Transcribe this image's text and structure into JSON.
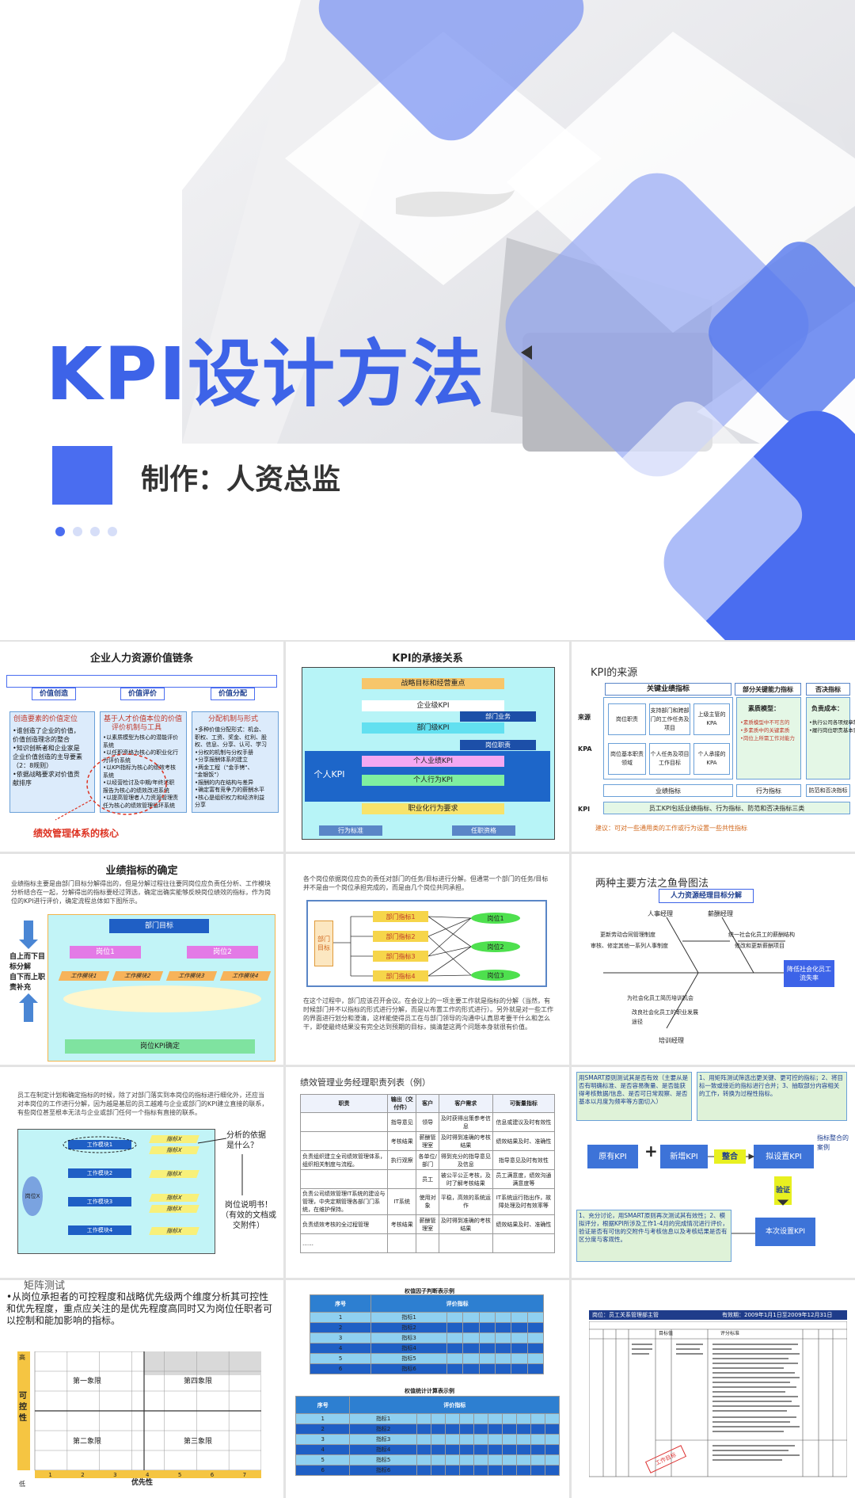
{
  "cover": {
    "title": "KPI设计方法",
    "maker": "制作：人资总监"
  },
  "s1": {
    "title": "企业人力资源价值链条",
    "steps": [
      "价值创造",
      "价值评价",
      "价值分配"
    ],
    "col1_head": "创造要素的价值定位",
    "col1_items": [
      "•谁创造了企业的价值，",
      "价值创造理念的整合",
      "•知识创新者和企业家是",
      "企业价值创造的主导要素",
      "（2：8规则）",
      "•依据战略要求对价值贡",
      "献排序"
    ],
    "col2_head": "基于人才价值本位的价值",
    "col2_head2": "评价机制与工具",
    "col2_items": [
      "•以素质模型为核心的潜能评价",
      "系统",
      "•以任职资格为核心的职业化行",
      "为评价系统",
      "•以KPI指标为核心的绩效考核",
      "系统",
      "•以经营检讨及中期/年终述职",
      "报告为核心的绩效改进系统",
      "•以提高管理者人力资源管理责",
      "任为核心的绩效管理循环系统"
    ],
    "col3_head": "分配机制与形式",
    "col3_items": [
      "•多种价值分配形式：机会、",
      "职权、工资、奖金、红利、股",
      "权、信息、分享、认可、学习",
      "•分权的机制与分权手册",
      "•分享报酬体系的建立",
      "•两金工程（\"金手铐\"、",
      "\"金银饭\"）",
      "•报酬的内在结构与差异",
      "•确定富有竞争力的薪酬水平",
      "•核心是组织权力和经济利益",
      "分享"
    ],
    "core_label": "绩效管理体系的核心"
  },
  "s2": {
    "title": "KPI的承接关系",
    "layers": [
      "战略目标和经营重点",
      "企业级KPI",
      "部门级KPI",
      "个人业绩KPI",
      "个人行为KPI",
      "职业化行为要求"
    ],
    "right_tags": [
      "部门业务",
      "岗位职责"
    ],
    "side": "个人KPI",
    "bottom_left": "行为标准",
    "bottom_right": "任职资格"
  },
  "s3": {
    "title": "KPI的来源",
    "col_heads": [
      "关键业绩指标",
      "部分关键能力指标",
      "否决指标"
    ],
    "row_labels": [
      "来源",
      "KPA",
      "KPI"
    ],
    "src_boxes": [
      "岗位职责",
      "支持部门和跨部门的工作任务及项目",
      "上级主管的KPA"
    ],
    "kpa_boxes": [
      "岗位基本职责领域",
      "个人任务及项目工作目标",
      "个人承接的KPA"
    ],
    "ability_title": "素质模型：",
    "ability_items": [
      "•素质模型中不可言的",
      "•多素质中的关键素质",
      "•岗位上所需工作对能力"
    ],
    "veto_title": "负责成本：",
    "veto_items": [
      "•执行公司各项规章制度",
      "•履行岗位职责基本要求"
    ],
    "results": [
      "业绩指标",
      "行为指标",
      "防范和否决指标"
    ],
    "summary": "员工KPI包括业绩指标、行为指标、防范和否决指标三类",
    "advice": "建议：可对一些通用类的工作或行为设置一些共性指标"
  },
  "s4": {
    "title": "业绩指标的确定",
    "desc": "业绩指标主要是由部门目标分解得出的，但是分解过程往往要同岗位应负责任分析、工作模块分析结合在一起，分解得出的指标要经过筛选，确定出确实能够反映岗位绩效的指标，作为岗位的KPI进行评价，确定流程总体如下图所示。",
    "top_box": "部门目标",
    "post_boxes": [
      "岗位1",
      "岗位2"
    ],
    "modules": [
      "工作模块1",
      "工作模块2",
      "工作模块3",
      "工作模块4"
    ],
    "bottom_box": "岗位KPI确定",
    "arrow_down": "自上而下目标分解",
    "arrow_up": "自下而上职责补充"
  },
  "s5": {
    "desc": "各个岗位依据岗位应负的责任对部门的任务/目标进行分解。但通常一个部门的任务/目标并不是由一个岗位承担完成的，而是由几个岗位共同承担。",
    "dept": "部门目标",
    "metrics": [
      "部门指标1",
      "部门指标2",
      "部门指标3",
      "部门指标4"
    ],
    "posts": [
      "岗位1",
      "岗位2",
      "岗位3"
    ],
    "bottom": "在这个过程中，部门应该召开会议。在会议上的一项主要工作就是指标的分解（当然，有时候部门并不以指标的形式进行分解，而是以布置工作的形式进行）。另外就是对一些工作的界面进行划分和澄清，这样能使得员工在与部门领导的沟通中认真思考要干什么和怎么干，即使最终结果没有完全达到预期的目标，搞清楚这两个问题本身就很有价值。"
  },
  "s6": {
    "title": "两种主要方法之鱼骨图法",
    "banner": "人力资源经理目标分解",
    "top_items": [
      "人事经理",
      "薪酬经理",
      "更新劳动合同管理制度",
      "审核、修定其他一系列人事制度",
      "统一社会化员工的薪酬结构",
      "修改和更新薪酬项目"
    ],
    "bottom_items": [
      "为社会化员工简历培训机会",
      "改良社会化员工的职业发展途径",
      "培训经理"
    ],
    "head": "降低社会化员工流失率"
  },
  "s7": {
    "desc": "员工在制定计划和确定指标的时候，除了对部门落实到本岗位的指标进行细化外，还应当对本岗位的工作进行分解，因为越是基层的员工越难与企业或部门的KPI建立直接的联系，有些岗位甚至根本无法与企业或部门任何一个指标有直接的联系。",
    "post": "岗位X",
    "modules": [
      "工作模块1",
      "工作模块2",
      "工作模块3",
      "工作模块4"
    ],
    "indicator": "指标X",
    "q1": "分析的依据是什么？",
    "q2": "岗位说明书！（有效的文档或交附件）"
  },
  "s8": {
    "title": "绩效管理业务经理职责列表（例）",
    "headers": [
      "职责",
      "输出（交付件）",
      "客户",
      "客户需求",
      "可衡量指标"
    ],
    "rows": [
      [
        "",
        "指导意见",
        "领导",
        "及时获得出策参考信息",
        "信息或建议及时有效性"
      ],
      [
        "",
        "考核结果",
        "薪酬管理室",
        "及时得到准确的考核结果",
        "绩效结果及时、准确性"
      ],
      [
        "负责组织建立全司绩效管理体系，组织相关制度与流程。",
        "执行观察",
        "各单位/部门",
        "得到充分的指导意见及信息",
        "指导意见及时有效性"
      ],
      [
        "",
        "",
        "员工",
        "被公平公正考核，及时了解考核结果",
        "员工满意度，绩效沟通满意度等"
      ],
      [
        "负责公司绩效管理IT系统的建设与管理，中央定期管理各部门门系统，在维护保持。",
        "IT系统",
        "使用对象",
        "平稳，高效的系统运作",
        "IT系统运行指出作，故障处理及时有效率等"
      ],
      [
        "负责绩效考核的全过程管理",
        "考核结果",
        "薪酬管理室",
        "及时得到准确的考核结果",
        "绩效结果及时、准确性"
      ],
      [
        "……",
        "",
        "",
        "",
        ""
      ]
    ]
  },
  "s9": {
    "box1": "用SMART原则测试其是否有效（主要从是否有明确标准、是否容易衡量、是否能获得考核数据/信息、是否可日常观察、是否基本以月度为频率等方面切入）",
    "box2": "1、用矩阵测试筛选出更关键、更可控的指标；2、将目标一致或接近的指标进行合并；3、抽取部分内容相关的工作，转换为过程性指标。",
    "nodes": [
      "原有KPI",
      "新增KPI",
      "整合",
      "拟设置KPI",
      "验证",
      "本次设置KPI"
    ],
    "plus": "+",
    "side": "指标整合的案例",
    "box3": "1、充分讨论，用SMART原则再次测试其有效性；2、模拟评分，根据KPI所涉及工作1-4月的完成情况进行评价，验证是否有可信的交附件与考核信息以及考核结果是否有区分度与客观性。"
  },
  "s10": {
    "title": "矩阵测试",
    "desc": "•从岗位承担者的可控程度和战略优先级两个维度分析其可控性和优先程度，重点应关注的是优先程度高同时又为岗位任职者可以控制和能加影响的指标。",
    "ylabel": "可控性",
    "high": "高",
    "low": "低",
    "xlabel": "优先性",
    "q": [
      "第一象限",
      "第四象限",
      "第二象限",
      "第三象限"
    ],
    "ticks": [
      "1",
      "2",
      "3",
      "4",
      "5",
      "6",
      "7"
    ]
  },
  "s11": {
    "title1": "权值因子判断表示例",
    "title2": "权值统计计算表示例",
    "col_head": "评价指标",
    "row_head": "序号",
    "rows": [
      "指标1",
      "指标2",
      "指标3",
      "指标4",
      "指标5",
      "指标6"
    ],
    "nums": [
      "1",
      "2",
      "3",
      "4",
      "5",
      "6"
    ]
  },
  "s12": {
    "title_left": "岗位：员工关系管理部主管",
    "title_right": "有效期：2009年1月1日至2009年12月31日",
    "headers": [
      "考核指标",
      "目标值",
      "评分标准"
    ],
    "stamp": "工作目标"
  }
}
